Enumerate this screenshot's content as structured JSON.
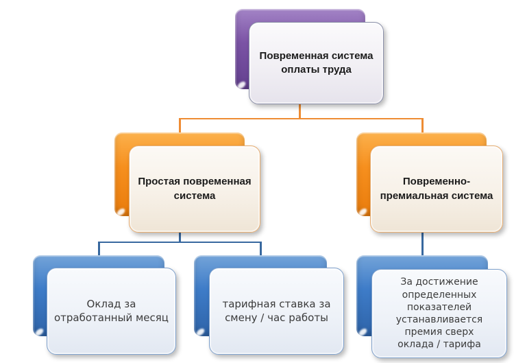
{
  "diagram": {
    "root": {
      "label": "Повременная система оплаты труда",
      "color": "purple"
    },
    "level2": [
      {
        "label": "Простая повременная система",
        "color": "orange",
        "parent": "root"
      },
      {
        "label": "Повременно-премиальная система",
        "color": "orange",
        "parent": "root"
      }
    ],
    "level3": [
      {
        "label": "Оклад за отработанный месяц",
        "color": "blue",
        "parent": "level2.0"
      },
      {
        "label": "тарифная ставка за смену / час работы",
        "color": "blue",
        "parent": "level2.0"
      },
      {
        "label": "За достижение определенных показателей устанавливается премия сверх оклада / тарифа",
        "color": "blue",
        "parent": "level2.1"
      }
    ]
  },
  "colors": {
    "background": "#ffffff",
    "purple": "#7b53a5",
    "orange": "#f68f1e",
    "blue": "#3e7cc8",
    "connector_orange": "#ee8c33",
    "connector_blue": "#38689f",
    "text_dark": "#1b1b1b",
    "text_level3": "#3b3b3b"
  }
}
